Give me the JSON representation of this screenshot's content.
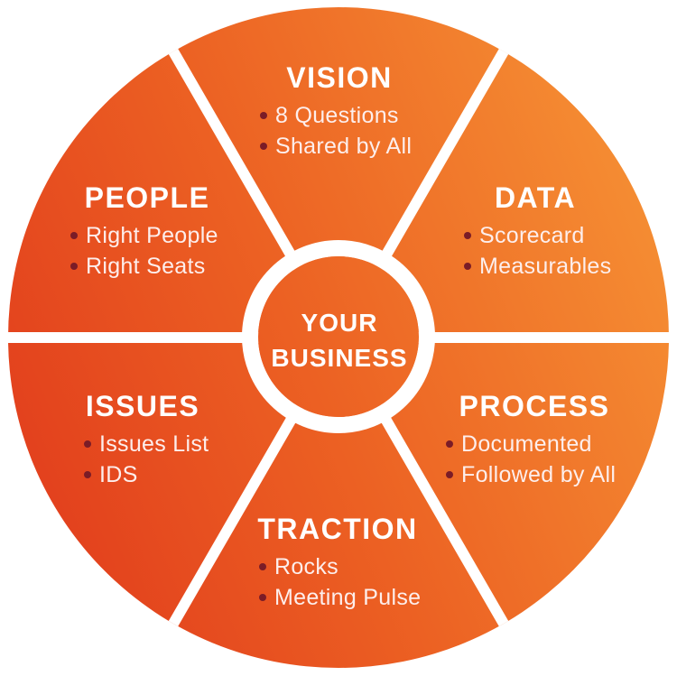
{
  "diagram": {
    "center": {
      "line1": "YOUR",
      "line2": "BUSINESS"
    },
    "segments": [
      {
        "id": "vision",
        "title": "VISION",
        "bullets": [
          "8 Questions",
          "Shared by All"
        ]
      },
      {
        "id": "data",
        "title": "DATA",
        "bullets": [
          "Scorecard",
          "Measurables"
        ]
      },
      {
        "id": "process",
        "title": "PROCESS",
        "bullets": [
          "Documented",
          "Followed by All"
        ]
      },
      {
        "id": "traction",
        "title": "TRACTION",
        "bullets": [
          "Rocks",
          "Meeting Pulse"
        ]
      },
      {
        "id": "issues",
        "title": "ISSUES",
        "bullets": [
          "Issues List",
          "IDS"
        ]
      },
      {
        "id": "people",
        "title": "PEOPLE",
        "bullets": [
          "Right People",
          "Right Seats"
        ]
      }
    ],
    "colors": {
      "gradient_start": "#e23f1d",
      "gradient_mid": "#ec6123",
      "gradient_end": "#f58e33",
      "divider": "#ffffff",
      "text": "#ffffff",
      "bullet_dot": "#7a1c27",
      "background": "#ffffff"
    }
  }
}
